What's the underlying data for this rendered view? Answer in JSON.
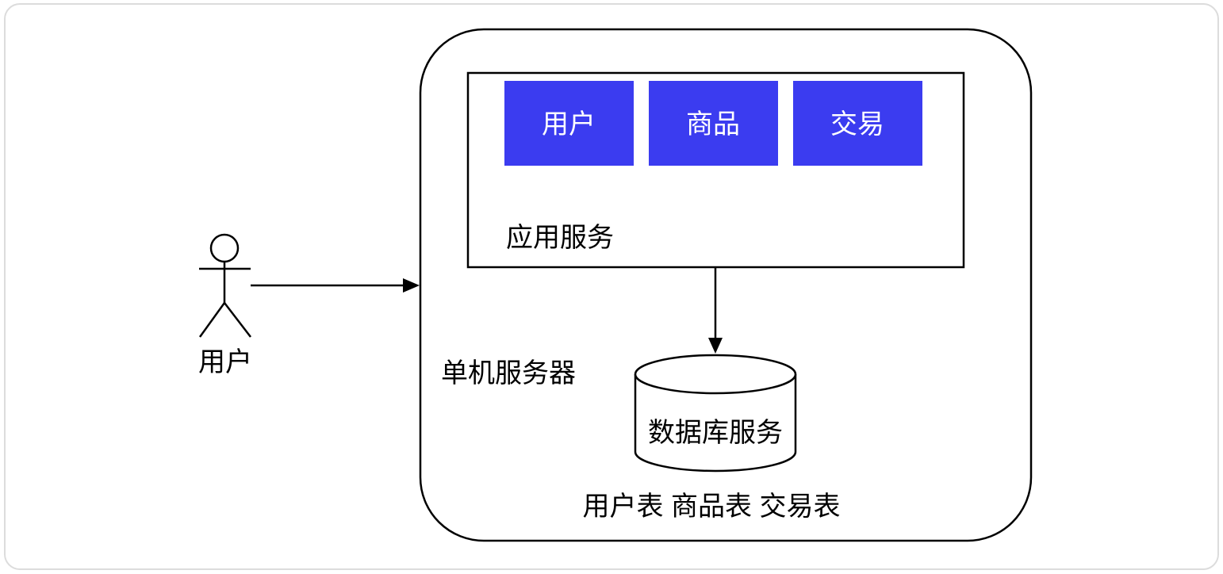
{
  "diagram": {
    "actor": {
      "label": "用户"
    },
    "server": {
      "label": "单机服务器",
      "app_service": {
        "label": "应用服务",
        "modules": [
          {
            "label": "用户"
          },
          {
            "label": "商品"
          },
          {
            "label": "交易"
          }
        ]
      },
      "database": {
        "label": "数据库服务"
      },
      "tables_label": "用户表 商品表 交易表"
    },
    "colors": {
      "module_fill": "#3B3CF0",
      "module_text": "#FFFFFF",
      "stroke": "#000000",
      "canvas_border": "#DCDCDC"
    }
  }
}
